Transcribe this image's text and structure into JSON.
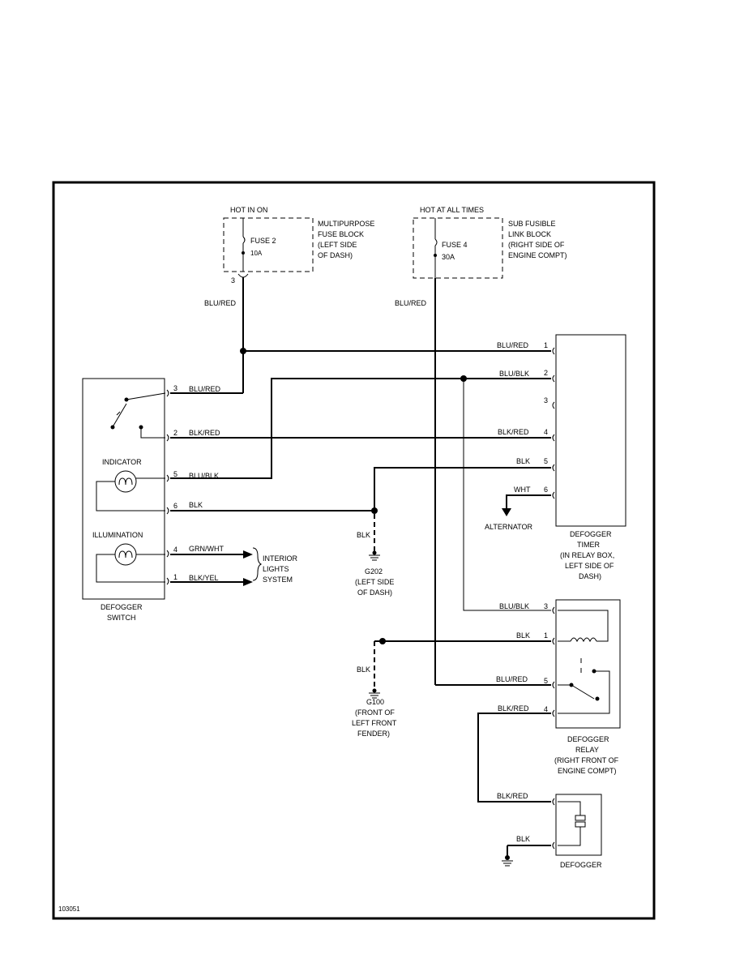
{
  "diagram_id": "103051",
  "power": {
    "hot_in_on": "HOT IN ON",
    "hot_at_all_times": "HOT AT ALL TIMES"
  },
  "fuse_block_1": {
    "fuse": "FUSE 2",
    "rating": "10A",
    "pin": "3",
    "desc": [
      "MULTIPURPOSE",
      "FUSE BLOCK",
      "(LEFT SIDE",
      "OF DASH)"
    ]
  },
  "fuse_block_2": {
    "fuse": "FUSE 4",
    "rating": "30A",
    "desc": [
      "SUB FUSIBLE",
      "LINK BLOCK",
      "(RIGHT SIDE OF",
      "ENGINE COMPT)"
    ]
  },
  "wires": {
    "blu_red": "BLU/RED",
    "blu_blk": "BLU/BLK",
    "blk_red": "BLK/RED",
    "blk": "BLK",
    "wht": "WHT",
    "grn_wht": "GRN/WHT",
    "blk_yel": "BLK/YEL",
    "relay_pin5_wire": "BLU/RED"
  },
  "switch": {
    "pins": [
      "3",
      "2",
      "5",
      "6",
      "4",
      "1"
    ],
    "indicator": "INDICATOR",
    "illumination": "ILLUMINATION",
    "label": [
      "DEFOGGER",
      "SWITCH"
    ]
  },
  "interior": [
    "INTERIOR",
    "LIGHTS",
    "SYSTEM"
  ],
  "timer": {
    "pins": [
      "1",
      "2",
      "3",
      "4",
      "5",
      "6"
    ],
    "label": [
      "DEFOGGER",
      "TIMER",
      "(IN RELAY BOX,",
      "LEFT SIDE OF",
      "DASH)"
    ]
  },
  "alternator": "ALTERNATOR",
  "g202": [
    "G202",
    "(LEFT SIDE",
    "OF DASH)"
  ],
  "g100": [
    "G100",
    "(FRONT OF",
    "LEFT FRONT",
    "FENDER)"
  ],
  "relay": {
    "pins": [
      "3",
      "1",
      "5",
      "4"
    ],
    "label": [
      "DEFOGGER",
      "RELAY",
      "(RIGHT FRONT OF",
      "ENGINE COMPT)"
    ]
  },
  "defogger": {
    "label": "DEFOGGER"
  }
}
